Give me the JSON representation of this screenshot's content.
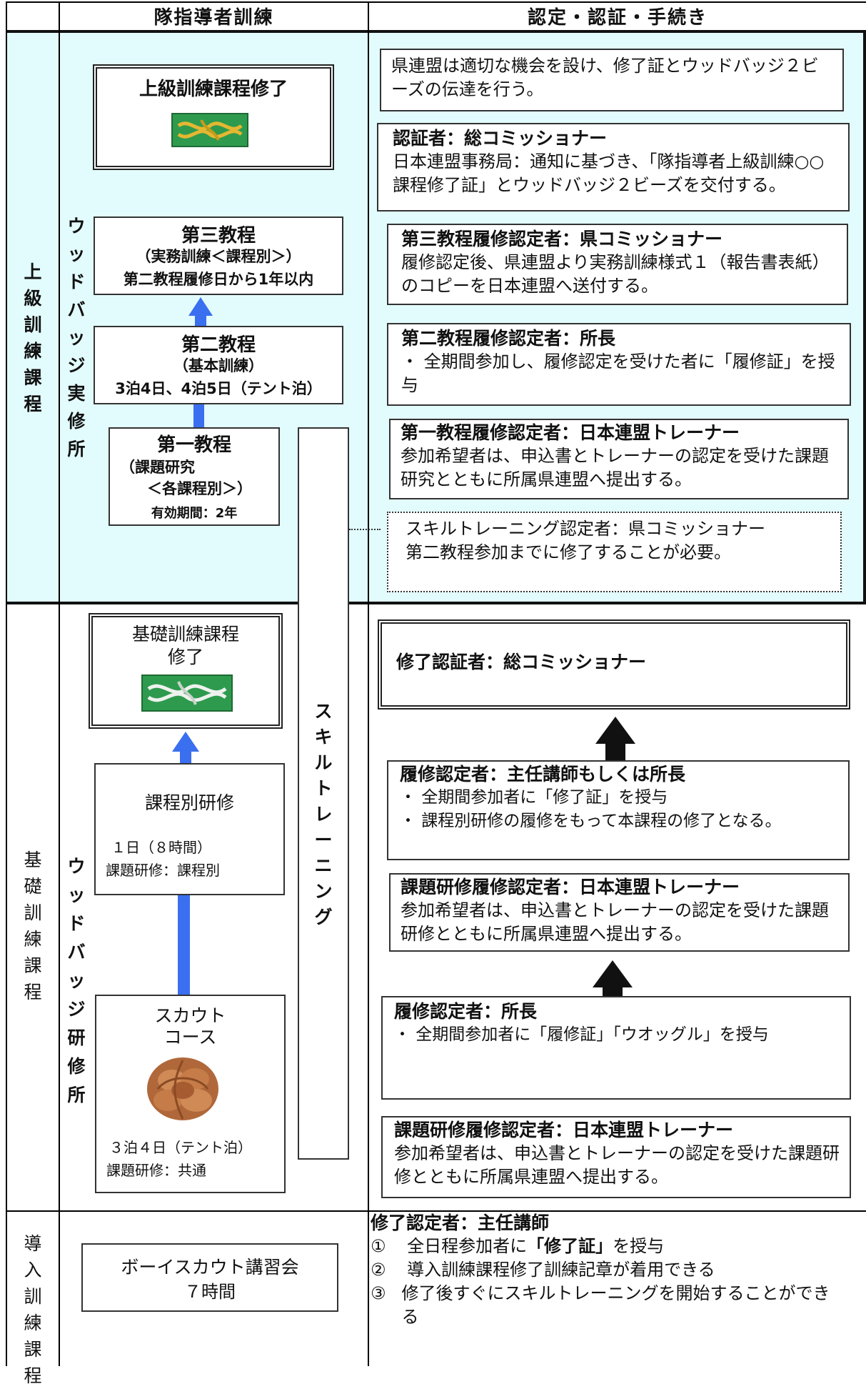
{
  "header": {
    "left": "隊指導者訓練",
    "right": "認定・認証・手続き"
  },
  "sections": {
    "advanced": "上級訓練課程",
    "basic": "基礎訓練課程",
    "intro": "導入訓練課程"
  },
  "colors": {
    "advanced_bg": "#e2fcfd",
    "arrow_blue": "#3a6ff0",
    "badge_green": "#2e9a4e"
  },
  "woodbadge_advanced": "ウッドバッジ実修所",
  "woodbadge_basic": "ウッドバッジ研修所",
  "skill_training": "スキルトレーニング",
  "left": {
    "advanced_complete": "上級訓練課程修了",
    "third": {
      "title": "第三教程",
      "sub": "（実務訓練＜課程別＞）",
      "note": "第二教程履修日から1年以内"
    },
    "second": {
      "title": "第二教程",
      "sub": "（基本訓練）",
      "note": "3泊4日、4泊5日（テント泊）"
    },
    "first": {
      "title": "第一教程",
      "sub": "（課題研究",
      "sub2": "＜各課程別＞）",
      "note": "有効期間：2年"
    },
    "basic_complete": {
      "line1": "基礎訓練課程",
      "line2": "修了"
    },
    "course_study": {
      "title": "課程別研修",
      "line1": "１日（８時間）",
      "line2": "課題研修：課程別"
    },
    "scout_course": {
      "line1": "スカウト",
      "line2": "コース",
      "line3": "３泊４日（テント泊）",
      "line4": "課題研修：共通"
    },
    "intro_course": {
      "line1": "ボーイスカウト講習会",
      "line2": "７時間"
    }
  },
  "right": {
    "r1": "県連盟は適切な機会を設け、修了証とウッドバッジ２ビーズの伝達を行う。",
    "r2": {
      "title": "認証者：総コミッショナー",
      "body": "日本連盟事務局：通知に基づき、「隊指導者上級訓練○○課程修了証」とウッドバッジ２ビーズを交付する。"
    },
    "r3": {
      "title": "第三教程履修認定者：県コミッショナー",
      "body": "履修認定後、県連盟より実務訓練様式１（報告書表紙）のコピーを日本連盟へ送付する。"
    },
    "r4": {
      "title": "第二教程履修認定者：所長",
      "body": "・ 全期間参加し、履修認定を受けた者に「履修証」を授与"
    },
    "r5": {
      "title": "第一教程履修認定者：日本連盟トレーナー",
      "body": "参加希望者は、申込書とトレーナーの認定を受けた課題研究とともに所属県連盟へ提出する。"
    },
    "r6": {
      "title": "スキルトレーニング認定者：県コミッショナー",
      "body": "第二教程参加までに修了することが必要。"
    },
    "r7": "修了認証者：総コミッショナー",
    "r8": {
      "title": "履修認定者：主任講師もしくは所長",
      "b1": "・ 全期間参加者に「修了証」を授与",
      "b2": "・ 課程別研修の履修をもって本課程の修了となる。"
    },
    "r9": {
      "title": "課題研修履修認定者：日本連盟トレーナー",
      "body": "参加希望者は、申込書とトレーナーの認定を受けた課題研修とともに所属県連盟へ提出する。"
    },
    "r10": {
      "title": "履修認定者：所長",
      "body": "・ 全期間参加者に「履修証」「ウオッグル」を授与"
    },
    "r11": {
      "title": "課題研修履修認定者：日本連盟トレーナー",
      "body": "参加希望者は、申込書とトレーナーの認定を受けた課題研修とともに所属県連盟へ提出する。"
    },
    "intro": {
      "title": "修了認定者：主任講師",
      "i1_num": "①",
      "i1_pre": "全日程参加者に",
      "i1_bold": "「修了証」",
      "i1_post": "を授与",
      "i2_num": "②",
      "i2": "導入訓練課程修了訓練記章が着用できる",
      "i3_num": "③",
      "i3": "修了後すぐにスキルトレーニングを開始することができる"
    }
  }
}
